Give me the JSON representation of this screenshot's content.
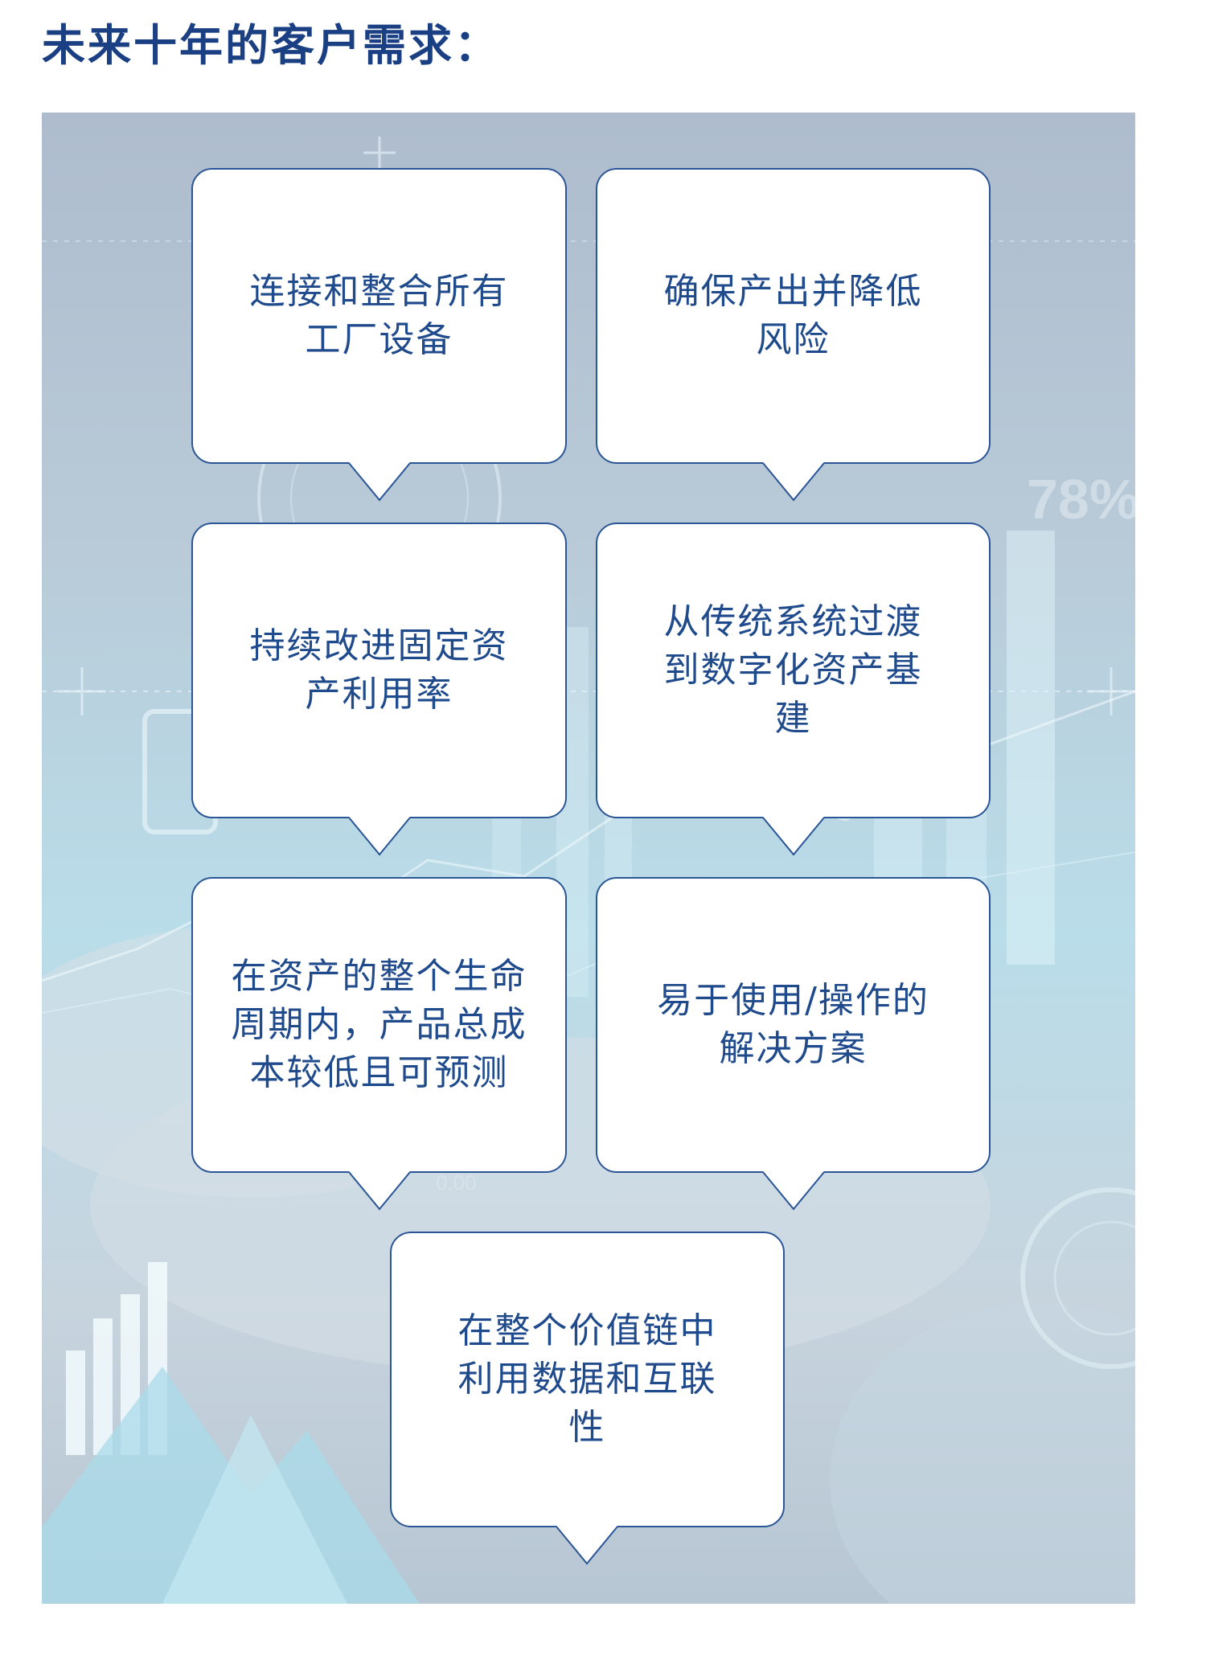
{
  "page_title": "未来十年的客户需求：",
  "needs": [
    "连接和整合所有\n工厂设备",
    "确保产出并降低\n风险",
    "持续改进固定资\n产利用率",
    "从传统系统过渡\n到数字化资产基\n建",
    "在资产的整个生命\n周期内，产品总成\n本较低且可预测",
    "易于使用/操作的\n解决方案",
    "在整个价值链中\n利用数据和互联\n性"
  ],
  "background_text": {
    "percent": "78%",
    "figure": "0.00"
  },
  "colors": {
    "title": "#1a3f82",
    "card_border": "#2a5596",
    "card_text": "#1f4a8c",
    "card_fill": "#ffffff"
  }
}
